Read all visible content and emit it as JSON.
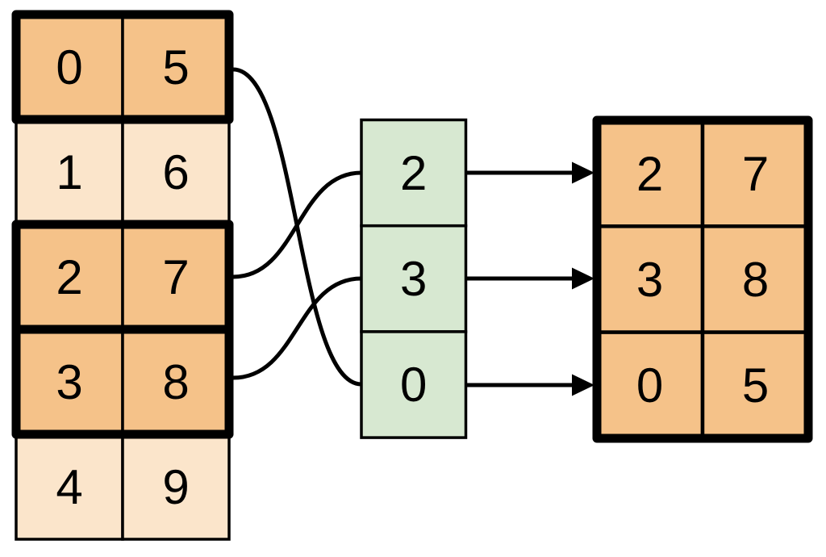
{
  "colors": {
    "background": "#ffffff",
    "stroke": "#000000",
    "selected_row_fill": "#f5c289",
    "unselected_row_fill": "#fbe5cb",
    "index_fill": "#d7e8d1",
    "result_fill": "#f5c289"
  },
  "source_table": {
    "rows": [
      {
        "left": "0",
        "right": "5",
        "selected": true
      },
      {
        "left": "1",
        "right": "6",
        "selected": false
      },
      {
        "left": "2",
        "right": "7",
        "selected": true
      },
      {
        "left": "3",
        "right": "8",
        "selected": true
      },
      {
        "left": "4",
        "right": "9",
        "selected": false
      }
    ]
  },
  "index_column": {
    "values": [
      "2",
      "3",
      "0"
    ]
  },
  "result_table": {
    "rows": [
      {
        "left": "2",
        "right": "7"
      },
      {
        "left": "3",
        "right": "8"
      },
      {
        "left": "0",
        "right": "5"
      }
    ]
  }
}
